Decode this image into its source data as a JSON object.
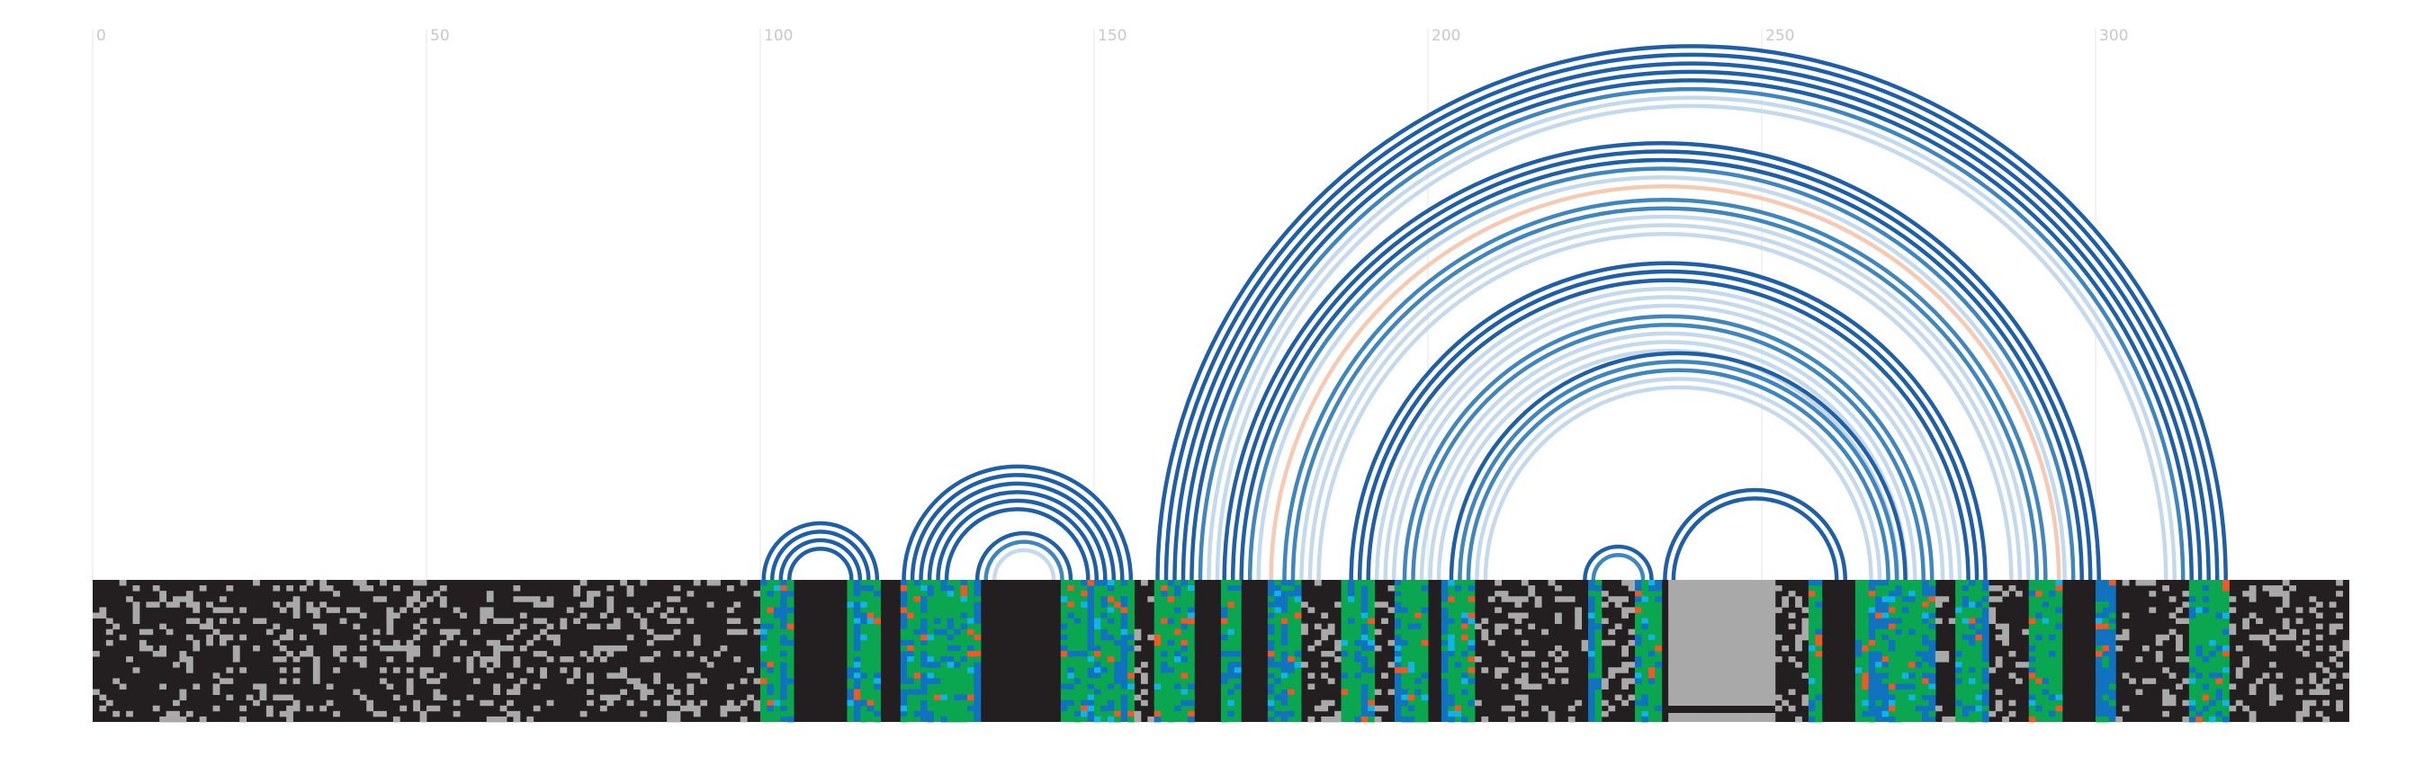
{
  "chart_data": {
    "type": "arc-diagram",
    "x_ticks": [
      "0",
      "50",
      "100",
      "150",
      "200",
      "250",
      "300"
    ],
    "x_range": [
      0,
      338
    ],
    "colors": {
      "dark_blue": "#1f5fa8",
      "mid_blue": "#3f86bf",
      "light_blue": "#c4d9ec",
      "salmon": "#f6c9b2",
      "track_black": "#231f20",
      "gray": "#a9a9a9",
      "green": "#0aa650",
      "blue": "#1173c0",
      "cyan": "#12b4e8",
      "orange": "#ef5a24"
    },
    "arc_groups": [
      {
        "left_outer": 100.5,
        "right_outer": 117.5,
        "count": 4,
        "pattern": "dark"
      },
      {
        "left_outer": 121.5,
        "right_outer": 155.5,
        "count": 6,
        "pattern": "dark"
      },
      {
        "left_outer": 132.5,
        "right_outer": 146.5,
        "count": 3,
        "pattern": "mixed"
      },
      {
        "left_outer": 159.5,
        "right_outer": 319.5,
        "count": 8,
        "pattern": "mix1"
      },
      {
        "left_outer": 169.5,
        "right_outer": 300.5,
        "count": 5,
        "pattern": "mix2"
      },
      {
        "left_outer": 176.5,
        "right_outer": 294.5,
        "count": 1,
        "pattern": "salmon"
      },
      {
        "left_outer": 178.5,
        "right_outer": 292.5,
        "count": 5,
        "pattern": "mix3"
      },
      {
        "left_outer": 188.5,
        "right_outer": 283.5,
        "count": 6,
        "pattern": "mix4"
      },
      {
        "left_outer": 196.5,
        "right_outer": 275.5,
        "count": 5,
        "pattern": "mix3"
      },
      {
        "left_outer": 203.5,
        "right_outer": 271.5,
        "count": 5,
        "pattern": "mix5"
      },
      {
        "left_outer": 223.5,
        "right_outer": 233.5,
        "count": 2,
        "pattern": "mixed"
      },
      {
        "left_outer": 235.5,
        "right_outer": 262.5,
        "count": 2,
        "pattern": "dark"
      }
    ],
    "track_columns": [
      {
        "start": 0,
        "end": 100,
        "kind": "black_gray"
      },
      {
        "start": 100,
        "end": 105,
        "kind": "color"
      },
      {
        "start": 105,
        "end": 113,
        "kind": "black"
      },
      {
        "start": 113,
        "end": 118,
        "kind": "color"
      },
      {
        "start": 118,
        "end": 121,
        "kind": "black"
      },
      {
        "start": 121,
        "end": 133,
        "kind": "color"
      },
      {
        "start": 133,
        "end": 134,
        "kind": "black"
      },
      {
        "start": 134,
        "end": 145,
        "kind": "black"
      },
      {
        "start": 145,
        "end": 156,
        "kind": "color"
      },
      {
        "start": 156,
        "end": 159,
        "kind": "black_gray"
      },
      {
        "start": 159,
        "end": 165,
        "kind": "color"
      },
      {
        "start": 165,
        "end": 169,
        "kind": "black"
      },
      {
        "start": 169,
        "end": 172,
        "kind": "color"
      },
      {
        "start": 172,
        "end": 176,
        "kind": "black"
      },
      {
        "start": 176,
        "end": 181,
        "kind": "color"
      },
      {
        "start": 181,
        "end": 187,
        "kind": "black_gray"
      },
      {
        "start": 187,
        "end": 192,
        "kind": "color"
      },
      {
        "start": 192,
        "end": 195,
        "kind": "black_gray"
      },
      {
        "start": 195,
        "end": 200,
        "kind": "color"
      },
      {
        "start": 200,
        "end": 202,
        "kind": "black"
      },
      {
        "start": 202,
        "end": 207,
        "kind": "color"
      },
      {
        "start": 207,
        "end": 224,
        "kind": "black_gray"
      },
      {
        "start": 224,
        "end": 226,
        "kind": "color"
      },
      {
        "start": 226,
        "end": 231,
        "kind": "black_gray"
      },
      {
        "start": 231,
        "end": 235,
        "kind": "color"
      },
      {
        "start": 235,
        "end": 236,
        "kind": "black"
      },
      {
        "start": 236,
        "end": 252,
        "kind": "gray_block"
      },
      {
        "start": 252,
        "end": 257,
        "kind": "black_gray"
      },
      {
        "start": 257,
        "end": 259,
        "kind": "color"
      },
      {
        "start": 259,
        "end": 264,
        "kind": "black"
      },
      {
        "start": 264,
        "end": 276,
        "kind": "color"
      },
      {
        "start": 276,
        "end": 279,
        "kind": "black_gray"
      },
      {
        "start": 279,
        "end": 284,
        "kind": "color"
      },
      {
        "start": 284,
        "end": 290,
        "kind": "black_gray"
      },
      {
        "start": 290,
        "end": 295,
        "kind": "color"
      },
      {
        "start": 295,
        "end": 300,
        "kind": "black"
      },
      {
        "start": 300,
        "end": 303,
        "kind": "color"
      },
      {
        "start": 303,
        "end": 314,
        "kind": "black_gray"
      },
      {
        "start": 314,
        "end": 320,
        "kind": "color"
      },
      {
        "start": 320,
        "end": 338,
        "kind": "black_gray"
      }
    ]
  }
}
